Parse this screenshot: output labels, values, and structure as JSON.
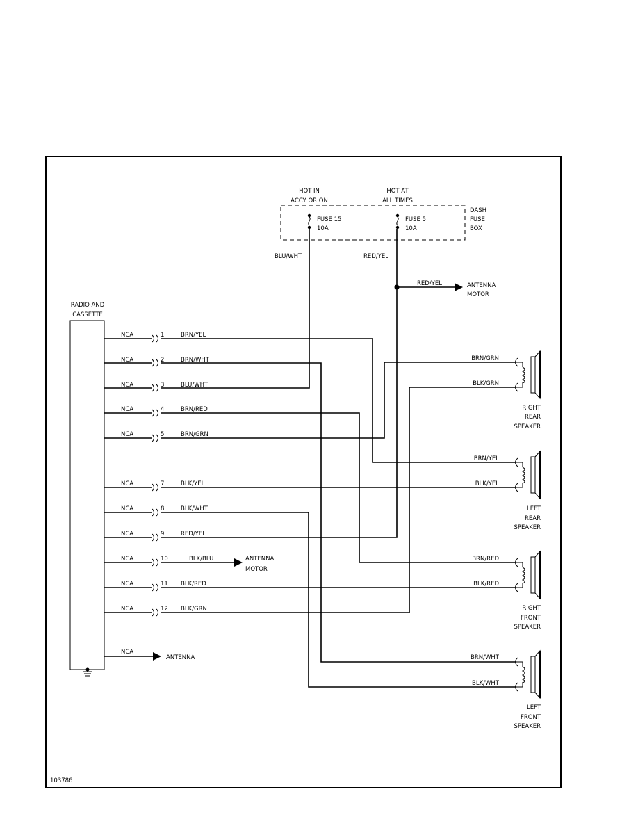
{
  "fuse_box": {
    "label_left": [
      "HOT IN",
      "ACCY OR ON"
    ],
    "label_right": [
      "HOT AT",
      "ALL TIMES"
    ],
    "fuse1": [
      "FUSE 15",
      "10A"
    ],
    "fuse2": [
      "FUSE 5",
      "10A"
    ],
    "box_label": [
      "DASH",
      "FUSE",
      "BOX"
    ],
    "wire1": "BLU/WHT",
    "wire2": "RED/YEL"
  },
  "antenna_motor_top": {
    "wire": "RED/YEL",
    "label": [
      "ANTENNA",
      "MOTOR"
    ]
  },
  "radio": {
    "label": [
      "RADIO AND",
      "CASSETTE"
    ]
  },
  "pins": [
    {
      "nca": "NCA",
      "num": "1",
      "wire": "BRN/YEL"
    },
    {
      "nca": "NCA",
      "num": "2",
      "wire": "BRN/WHT"
    },
    {
      "nca": "NCA",
      "num": "3",
      "wire": "BLU/WHT"
    },
    {
      "nca": "NCA",
      "num": "4",
      "wire": "BRN/RED"
    },
    {
      "nca": "NCA",
      "num": "5",
      "wire": "BRN/GRN"
    },
    {
      "nca": "NCA",
      "num": "7",
      "wire": "BLK/YEL"
    },
    {
      "nca": "NCA",
      "num": "8",
      "wire": "BLK/WHT"
    },
    {
      "nca": "NCA",
      "num": "9",
      "wire": "RED/YEL"
    },
    {
      "nca": "NCA",
      "num": "10",
      "wire": "BLK/BLU"
    },
    {
      "nca": "NCA",
      "num": "11",
      "wire": "BLK/RED"
    },
    {
      "nca": "NCA",
      "num": "12",
      "wire": "BLK/GRN"
    }
  ],
  "antenna_motor_pin": [
    "ANTENNA",
    "MOTOR"
  ],
  "antenna": {
    "nca": "NCA",
    "label": "ANTENNA"
  },
  "speakers": [
    {
      "wire_top": "BRN/GRN",
      "wire_bottom": "BLK/GRN",
      "label": [
        "RIGHT",
        "REAR",
        "SPEAKER"
      ]
    },
    {
      "wire_top": "BRN/YEL",
      "wire_bottom": "BLK/YEL",
      "label": [
        "LEFT",
        "REAR",
        "SPEAKER"
      ]
    },
    {
      "wire_top": "BRN/RED",
      "wire_bottom": "BLK/RED",
      "label": [
        "RIGHT",
        "FRONT",
        "SPEAKER"
      ]
    },
    {
      "wire_top": "BRN/WHT",
      "wire_bottom": "BLK/WHT",
      "label": [
        "LEFT",
        "FRONT",
        "SPEAKER"
      ]
    }
  ],
  "figure_id": "103786"
}
